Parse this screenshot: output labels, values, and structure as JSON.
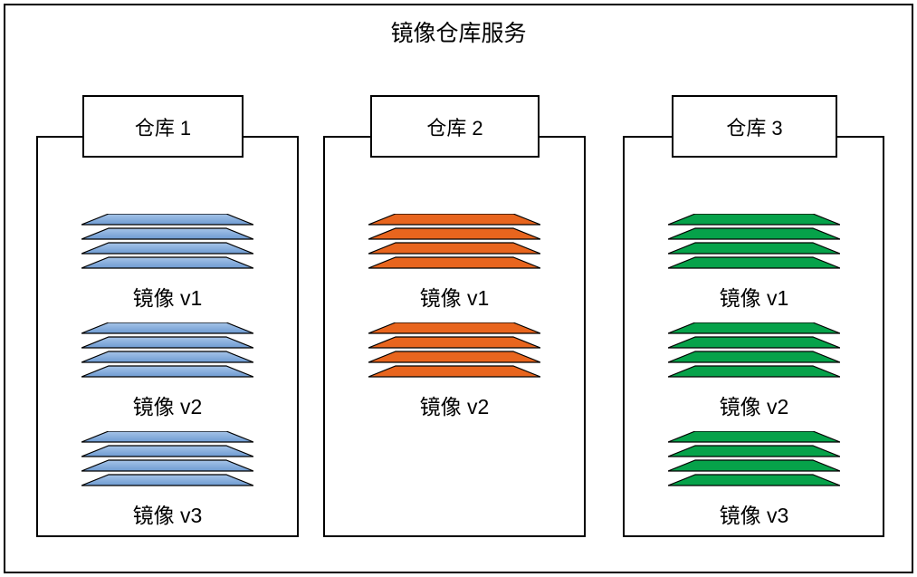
{
  "title": "镜像仓库服务",
  "colors": {
    "blue_light": "#a6c4e8",
    "blue_dark": "#6e9bd2",
    "orange": "#e8651e",
    "green": "#06a24a",
    "stroke": "#000000",
    "frame": "#000000",
    "background": "#ffffff"
  },
  "repositories": [
    {
      "name": "仓库 1",
      "color_key": "blue",
      "images": [
        {
          "label": "镜像 v1",
          "layers": 4
        },
        {
          "label": "镜像 v2",
          "layers": 4
        },
        {
          "label": "镜像 v3",
          "layers": 4
        }
      ]
    },
    {
      "name": "仓库 2",
      "color_key": "orange",
      "images": [
        {
          "label": "镜像 v1",
          "layers": 4
        },
        {
          "label": "镜像 v2",
          "layers": 4
        }
      ]
    },
    {
      "name": "仓库 3",
      "color_key": "green",
      "images": [
        {
          "label": "镜像 v1",
          "layers": 4
        },
        {
          "label": "镜像 v2",
          "layers": 4
        },
        {
          "label": "镜像 v3",
          "layers": 4
        }
      ]
    }
  ]
}
